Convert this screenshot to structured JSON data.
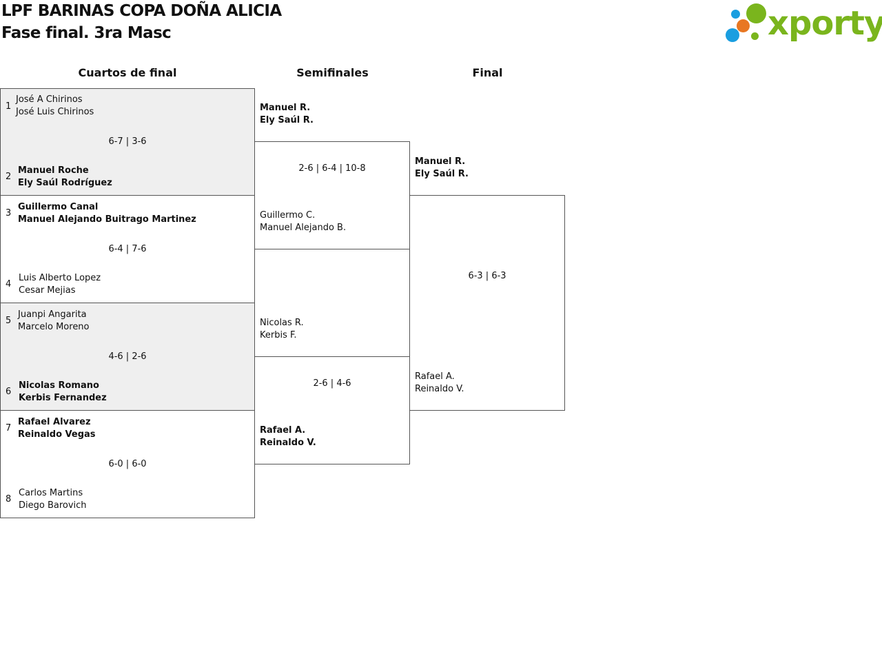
{
  "header": {
    "title": "LPF BARINAS COPA DOÑA ALICIA",
    "subtitle": "Fase final. 3ra Masc",
    "logo_text": "xporty",
    "logo_colors": {
      "blue": "#1a9ee0",
      "green": "#7ab51d",
      "orange": "#e87722"
    }
  },
  "rounds": {
    "quarters": "Cuartos de final",
    "semis": "Semifinales",
    "final": "Final"
  },
  "quarters": [
    {
      "seed_a": "1",
      "a1": "José A Chirinos",
      "a2": "José Luis Chirinos",
      "score": "6-7 | 3-6",
      "seed_b": "2",
      "b1": "Manuel Roche",
      "b2": "Ely Saúl Rodríguez"
    },
    {
      "seed_a": "3",
      "a1": "Guillermo Canal",
      "a2": "Manuel Alejando Buitrago Martinez",
      "score": "6-4 | 7-6",
      "seed_b": "4",
      "b1": "Luis Alberto Lopez",
      "b2": "Cesar Mejias"
    },
    {
      "seed_a": "5",
      "a1": "Juanpi Angarita",
      "a2": "Marcelo Moreno",
      "score": "4-6 | 2-6",
      "seed_b": "6",
      "b1": "Nicolas Romano",
      "b2": "Kerbis Fernandez"
    },
    {
      "seed_a": "7",
      "a1": "Rafael Alvarez",
      "a2": "Reinaldo Vegas",
      "score": "6-0 | 6-0",
      "seed_b": "8",
      "b1": "Carlos Martins",
      "b2": "Diego Barovich"
    }
  ],
  "semis": [
    {
      "a1": "Manuel R.",
      "a2": "Ely Saúl R.",
      "score": "2-6 | 6-4 | 10-8",
      "b1": "Guillermo C.",
      "b2": "Manuel Alejando B."
    },
    {
      "a1": "Nicolas R.",
      "a2": "Kerbis F.",
      "score": "2-6 | 4-6",
      "b1": "Rafael A.",
      "b2": "Reinaldo V."
    }
  ],
  "final": {
    "a1": "Manuel R.",
    "a2": "Ely Saúl R.",
    "score": "6-3 | 6-3",
    "b1": "Rafael A.",
    "b2": "Reinaldo V."
  }
}
